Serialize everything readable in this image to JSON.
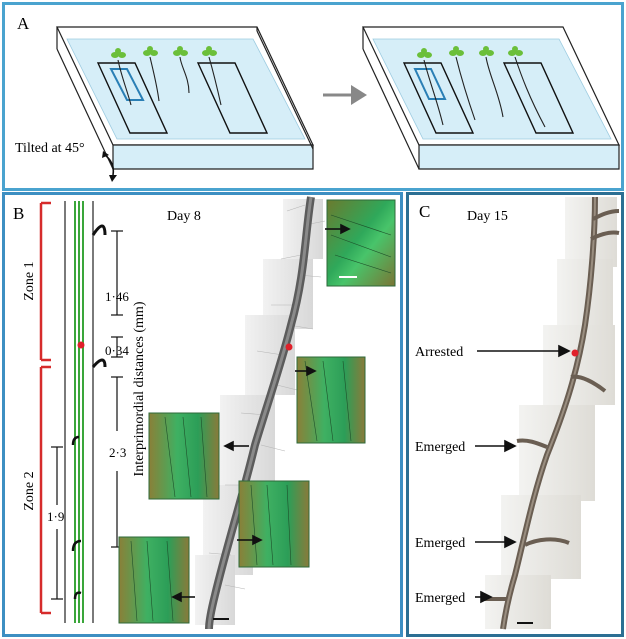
{
  "panel_a": {
    "label": "A",
    "tilt_note": "Tilted at 45°"
  },
  "panel_b": {
    "label": "B",
    "title": "Day 8",
    "zone_1": "Zone 1",
    "zone_2": "Zone 2",
    "axis_label": "Interprimordial distances (mm)",
    "distances": [
      "1·46",
      "0·34",
      "2·3",
      "1·9"
    ]
  },
  "panel_c": {
    "label": "C",
    "title": "Day 15",
    "annotations": [
      "Arrested",
      "Emerged",
      "Emerged",
      "Emerged"
    ]
  },
  "colors": {
    "frame_a": "#4aa3cf",
    "frame_b": "#3d8fc2",
    "frame_c": "#2c6f93",
    "zone_bracket": "#d62b2b",
    "vascular": "#3aa63a",
    "medium": "#d6eef8",
    "arrest_marker": "#e0202a"
  }
}
